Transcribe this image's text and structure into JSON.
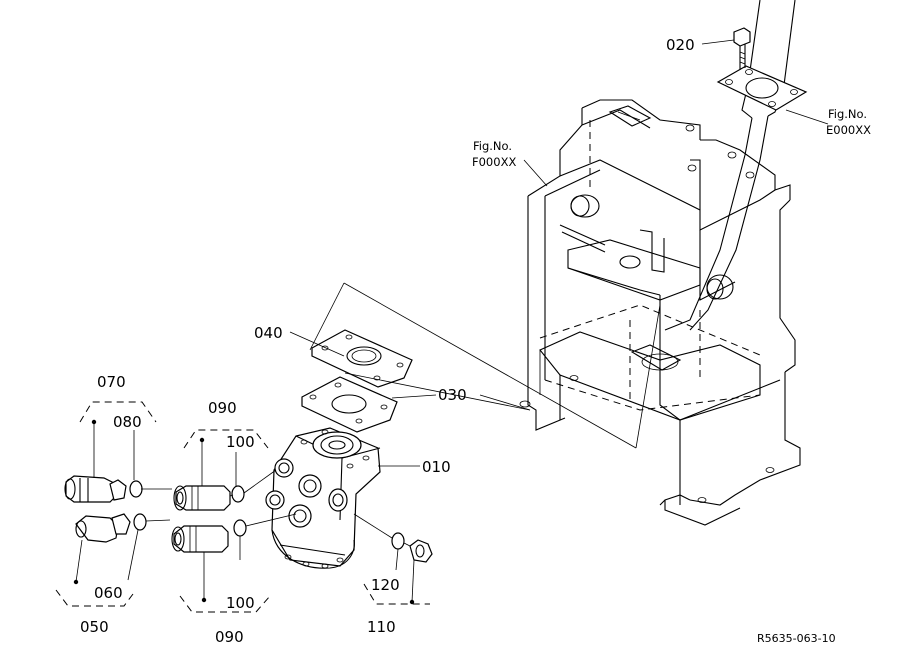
{
  "labels": {
    "p010": "010",
    "p020": "020",
    "p030": "030",
    "p040": "040",
    "p050": "050",
    "p060": "060",
    "p070": "070",
    "p080": "080",
    "p090a": "090",
    "p090b": "090",
    "p100a": "100",
    "p100b": "100",
    "p110": "110",
    "p120": "120"
  },
  "refs": {
    "fig_e_title": "Fig.No.",
    "fig_e_code": "E000XX",
    "fig_f_title": "Fig.No.",
    "fig_f_code": "F000XX"
  },
  "drawing_code": "R5635-063-10"
}
